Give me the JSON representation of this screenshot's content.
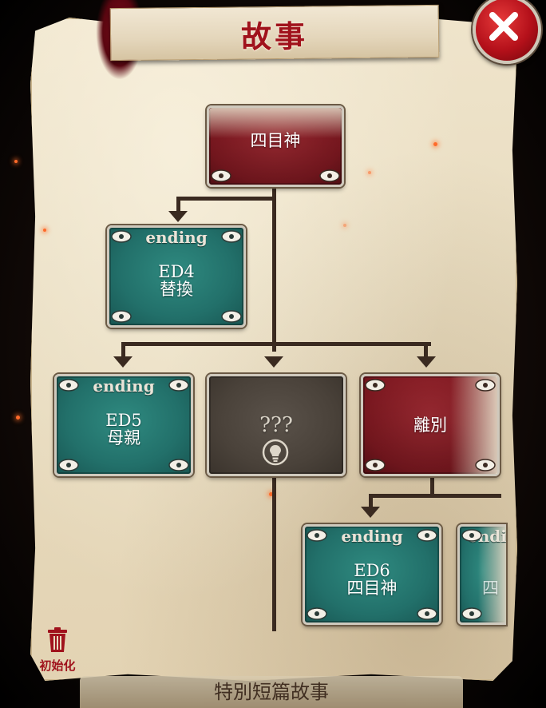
{
  "title": "故事",
  "close_button": {
    "icon": "close-icon"
  },
  "nodes": {
    "root": {
      "label": "四目神",
      "color": "red"
    },
    "ed4": {
      "badge": "ending",
      "line1": "ED4",
      "line2": "替換",
      "color": "teal"
    },
    "ed5": {
      "badge": "ending",
      "line1": "ED5",
      "line2": "母親",
      "color": "teal"
    },
    "unknown": {
      "label": "???",
      "icon": "lightbulb-icon",
      "color": "dark"
    },
    "parting": {
      "label": "離別",
      "color": "red"
    },
    "ed6": {
      "badge": "ending",
      "line1": "ED6",
      "line2": "四目神",
      "color": "teal"
    },
    "partial": {
      "badge": "ending",
      "line1": "四",
      "color": "teal"
    }
  },
  "reset": {
    "label": "初始化",
    "icon": "trash-icon"
  },
  "bottom_tab": {
    "label": "特別短篇故事"
  },
  "colors": {
    "accent": "#a0121c",
    "teal": "#22706a",
    "red": "#7d1820",
    "line": "#3a2a20"
  }
}
